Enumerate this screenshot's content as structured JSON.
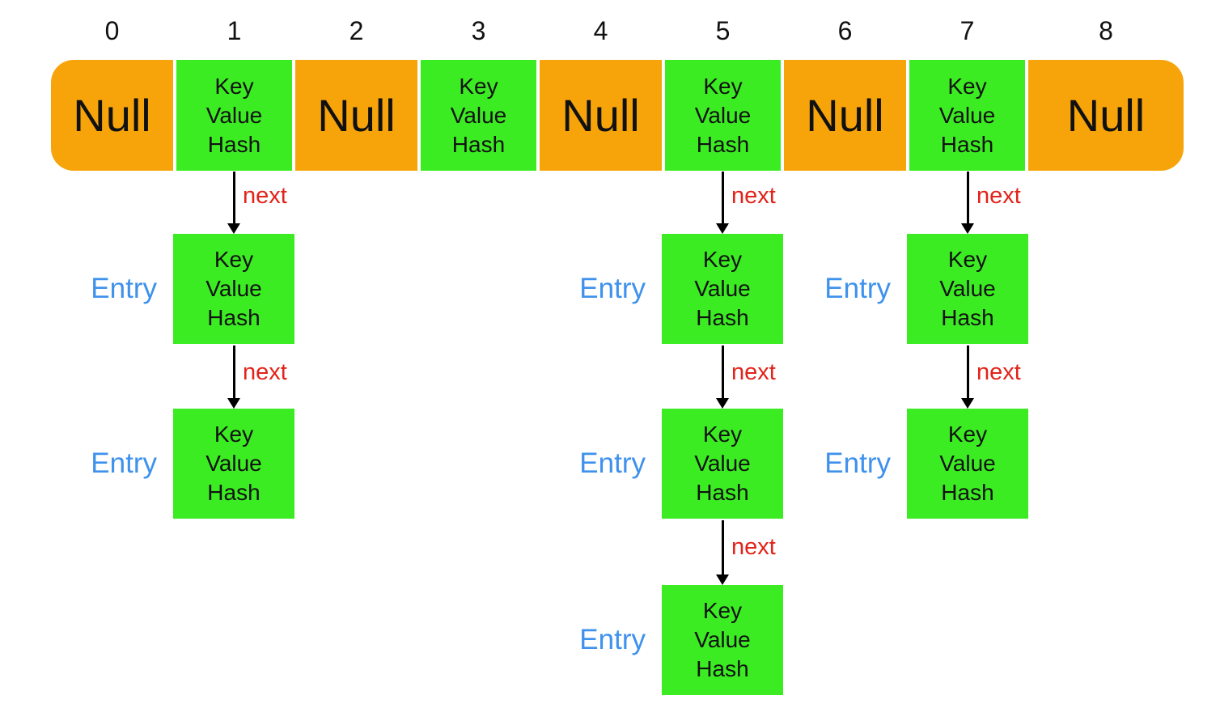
{
  "array": {
    "indices": [
      "0",
      "1",
      "2",
      "3",
      "4",
      "5",
      "6",
      "7",
      "8"
    ],
    "buckets": [
      {
        "index": "0",
        "state": "null",
        "chain_entries": 0
      },
      {
        "index": "1",
        "state": "occupied",
        "chain_entries": 2
      },
      {
        "index": "2",
        "state": "null",
        "chain_entries": 0
      },
      {
        "index": "3",
        "state": "occupied",
        "chain_entries": 0
      },
      {
        "index": "4",
        "state": "null",
        "chain_entries": 0
      },
      {
        "index": "5",
        "state": "occupied",
        "chain_entries": 3
      },
      {
        "index": "6",
        "state": "null",
        "chain_entries": 0
      },
      {
        "index": "7",
        "state": "occupied",
        "chain_entries": 2
      },
      {
        "index": "8",
        "state": "null",
        "chain_entries": 0
      }
    ]
  },
  "labels": {
    "null": "Null",
    "entry_fields": [
      "Key",
      "Value",
      "Hash"
    ],
    "next": "next",
    "entry": "Entry"
  },
  "colors": {
    "bucket_null": "#F7A40A",
    "bucket_entry": "#3CEC23",
    "entry_label": "#3E91EC",
    "next_label": "#E2231A",
    "text": "#111111",
    "background": "#FFFFFF"
  }
}
